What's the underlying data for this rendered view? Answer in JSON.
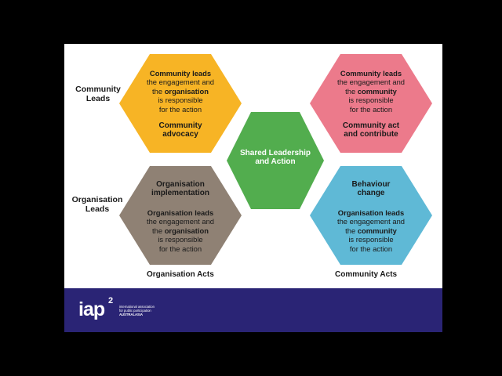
{
  "colors": {
    "background": "#000000",
    "slide": "#ffffff",
    "footer": "#2a2475",
    "orange": "#f7b425",
    "pink": "#ec7a8b",
    "green": "#52ad4e",
    "taupe": "#8f8174",
    "blue": "#5fb9d6"
  },
  "side_labels": {
    "community_leads": [
      "Community",
      "Leads"
    ],
    "organisation_leads": [
      "Organisation",
      "Leads"
    ]
  },
  "bottom_labels": {
    "organisation_acts": "Organisation Acts",
    "community_acts": "Community Acts"
  },
  "hexagons": {
    "top_left": {
      "lines": [
        {
          "text": "Community leads",
          "bold": true
        },
        {
          "text": "the engagement and",
          "bold": false
        },
        {
          "pre": "the ",
          "bold_part": "organisation",
          "post": ""
        },
        {
          "text": "is responsible",
          "bold": false
        },
        {
          "text": "for the action",
          "bold": false
        }
      ],
      "title": [
        "Community",
        "advocacy"
      ]
    },
    "top_right": {
      "lines": [
        {
          "text": "Community leads",
          "bold": true
        },
        {
          "text": "the engagement and",
          "bold": false
        },
        {
          "pre": "the ",
          "bold_part": "community",
          "post": ""
        },
        {
          "text": "is responsible",
          "bold": false
        },
        {
          "text": "for the action",
          "bold": false
        }
      ],
      "title": [
        "Community act",
        "and contribute"
      ]
    },
    "center": {
      "title": [
        "Shared Leadership",
        "and Action"
      ]
    },
    "bottom_left": {
      "title": [
        "Organisation",
        "implementation"
      ],
      "lines": [
        {
          "text": "Organisation leads",
          "bold": true
        },
        {
          "text": "the engagement and",
          "bold": false
        },
        {
          "pre": "the ",
          "bold_part": "organisation",
          "post": ""
        },
        {
          "text": "is responsible",
          "bold": false
        },
        {
          "text": "for the action",
          "bold": false
        }
      ]
    },
    "bottom_right": {
      "title": [
        "Behaviour",
        "change"
      ],
      "lines": [
        {
          "text": "Organisation leads",
          "bold": true
        },
        {
          "text": "the engagement and",
          "bold": false
        },
        {
          "pre": "the ",
          "bold_part": "community",
          "post": ""
        },
        {
          "text": "is responsible",
          "bold": false
        },
        {
          "text": "for the action",
          "bold": false
        }
      ]
    }
  },
  "logo": {
    "main": "iap",
    "superscript": "2",
    "subtitle": [
      "international association",
      "for public participation",
      "AUSTRALASIA"
    ]
  }
}
